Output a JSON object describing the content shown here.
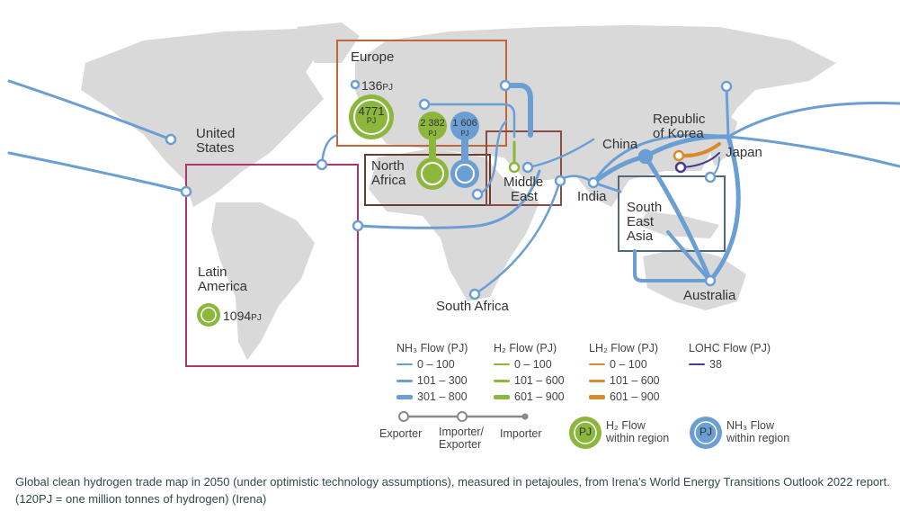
{
  "colors": {
    "land": "#d9d9d9",
    "nh3": "#6b9fd4",
    "h2": "#8cb63c",
    "lh2": "#d98b2b",
    "lohc": "#4b3a8c",
    "europe_box": "#c0663a",
    "north_africa_box": "#6b3b2e",
    "middle_east_box": "#8b4a43",
    "latin_america_box": "#b0336a",
    "sea_box": "#4d6a7a"
  },
  "regions": {
    "united_states": [
      "United",
      "States"
    ],
    "europe": "Europe",
    "europe_nh3_value": "136",
    "europe_h2_value": "4771",
    "north_africa": [
      "North",
      "Africa"
    ],
    "north_africa_h2_value": "2 382",
    "north_africa_nh3_value": "1 606",
    "middle_east": [
      "Middle",
      "East"
    ],
    "china": "China",
    "korea": [
      "Republic",
      "of Korea"
    ],
    "japan": "Japan",
    "india": "India",
    "south_east_asia": [
      "South",
      "East",
      "Asia"
    ],
    "australia": "Australia",
    "south_africa": "South Africa",
    "latin_america": [
      "Latin",
      "America"
    ],
    "latin_america_h2_value": "1094",
    "unit": "PJ"
  },
  "legend": {
    "nh3": {
      "title": "NH₃ Flow (PJ)",
      "items": [
        "0 – 100",
        "101 – 300",
        "301 – 800"
      ]
    },
    "h2": {
      "title": "H₂ Flow (PJ)",
      "items": [
        "0 – 100",
        "101 – 600",
        "601 – 900"
      ]
    },
    "lh2": {
      "title": "LH₂ Flow (PJ)",
      "items": [
        "0 – 100",
        "101 – 600",
        "601 – 900"
      ]
    },
    "lohc": {
      "title": "LOHC Flow (PJ)",
      "items": [
        "38"
      ]
    },
    "roles": [
      "Exporter",
      "Importer/\nExporter",
      "Importer"
    ],
    "pj": "PJ",
    "h2_within": [
      "H₂ Flow",
      "within region"
    ],
    "nh3_within": [
      "NH₃ Flow",
      "within region"
    ]
  },
  "caption": "Global clean hydrogen trade map in 2050 (under optimistic technology assumptions), measured in petajoules, from Irena's World Energy Transitions Outlook 2022 report. (120PJ = one million tonnes of hydrogen)  (Irena)"
}
